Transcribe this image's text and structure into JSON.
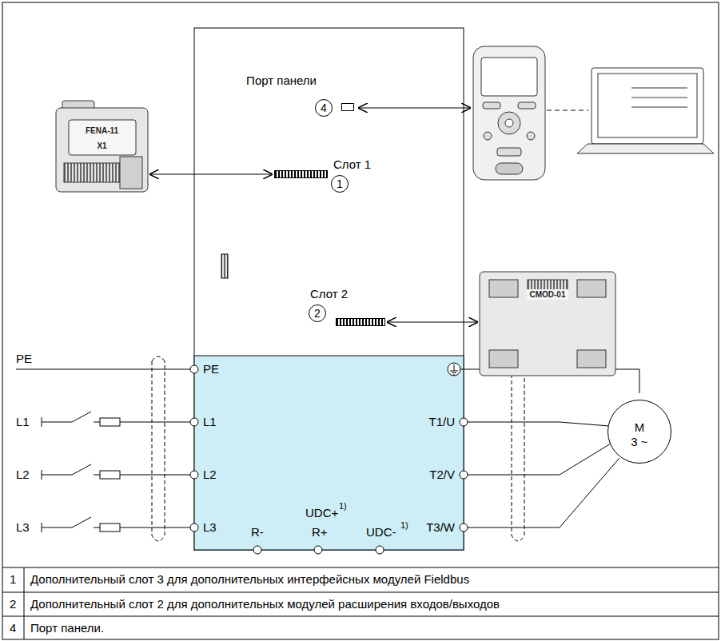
{
  "diagram": {
    "nodes": [
      {
        "text": [
          "Порт панели"
        ]
      },
      {
        "text": [
          "4"
        ]
      },
      {
        "text": [
          "FENA-11",
          "X1"
        ]
      },
      {
        "text": [
          "Слот 1"
        ]
      },
      {
        "text": [
          "1"
        ]
      },
      {
        "text": [
          "Слот 2"
        ]
      },
      {
        "text": [
          "2"
        ]
      },
      {
        "text": [
          "CMOD-01"
        ]
      },
      {
        "text": [
          "M",
          "3 ~"
        ]
      }
    ],
    "edges": [
      {
        "from": 2,
        "to": 3,
        "arrow": "both"
      },
      {
        "from": 5,
        "to": 7,
        "arrow": "both"
      }
    ],
    "labels": [
      "PE",
      "L1",
      "L2",
      "L3",
      "PE",
      "L1",
      "L2",
      "L3",
      "T1/U",
      "T2/V",
      "T3/W",
      "R-",
      "R+",
      "UDC+",
      "1)",
      "UDC-",
      "1)",
      "1",
      "Дополнительный слот 3 для дополнительных интерфейсных модулей Fieldbus",
      "2",
      "Дополнительный слот 2 для дополнительных модулей расширения входов/выходов",
      "4",
      "Порт панели."
    ]
  }
}
